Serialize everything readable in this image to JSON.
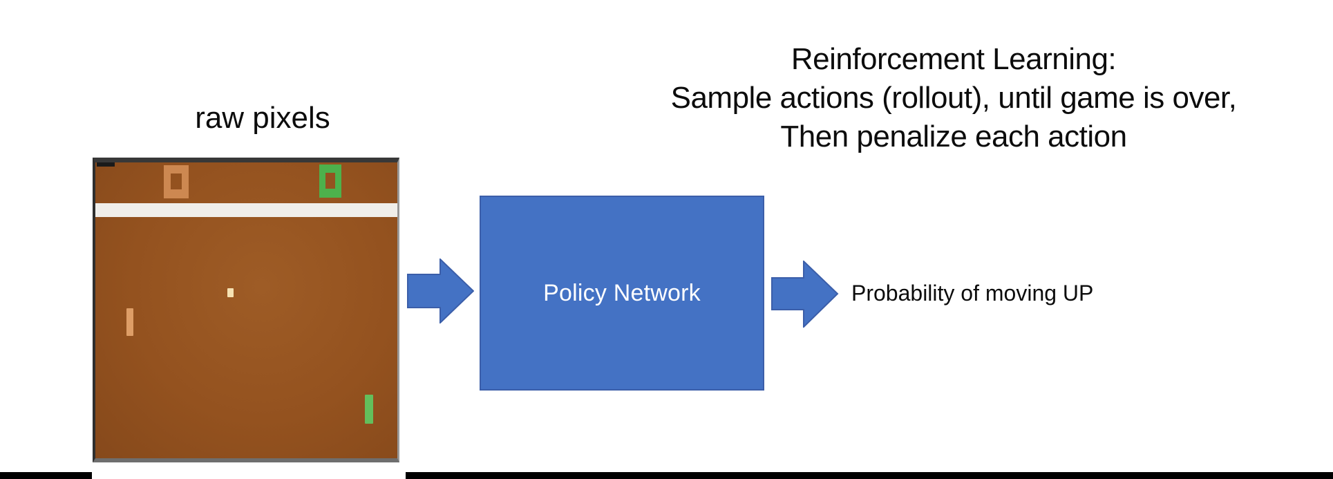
{
  "title": {
    "lines": [
      "Reinforcement Learning:",
      "Sample actions (rollout), until game is over,",
      "Then penalize each action"
    ]
  },
  "raw_pixels": {
    "label": "raw pixels"
  },
  "game_screen": {
    "description": "Atari Pong raw-pixels game frame",
    "left_score": "0",
    "right_score": "0"
  },
  "policy_network": {
    "label": "Policy Network"
  },
  "output": {
    "label": "Probability of moving UP"
  },
  "colors": {
    "accent_blue": "#4472c4",
    "accent_blue_dark": "#3b5ea9",
    "field_brown": "#94521f",
    "field_brown_light": "#9e5c26",
    "field_brown_dark": "#86491b",
    "score_orange": "#cd8851",
    "paddle_orange": "#de9e67",
    "score_green": "#4db14c",
    "paddle_green": "#63bf5c",
    "band_white": "#f0eeea",
    "ball_cream": "#f6e2b3",
    "footer_black": "#000000"
  }
}
